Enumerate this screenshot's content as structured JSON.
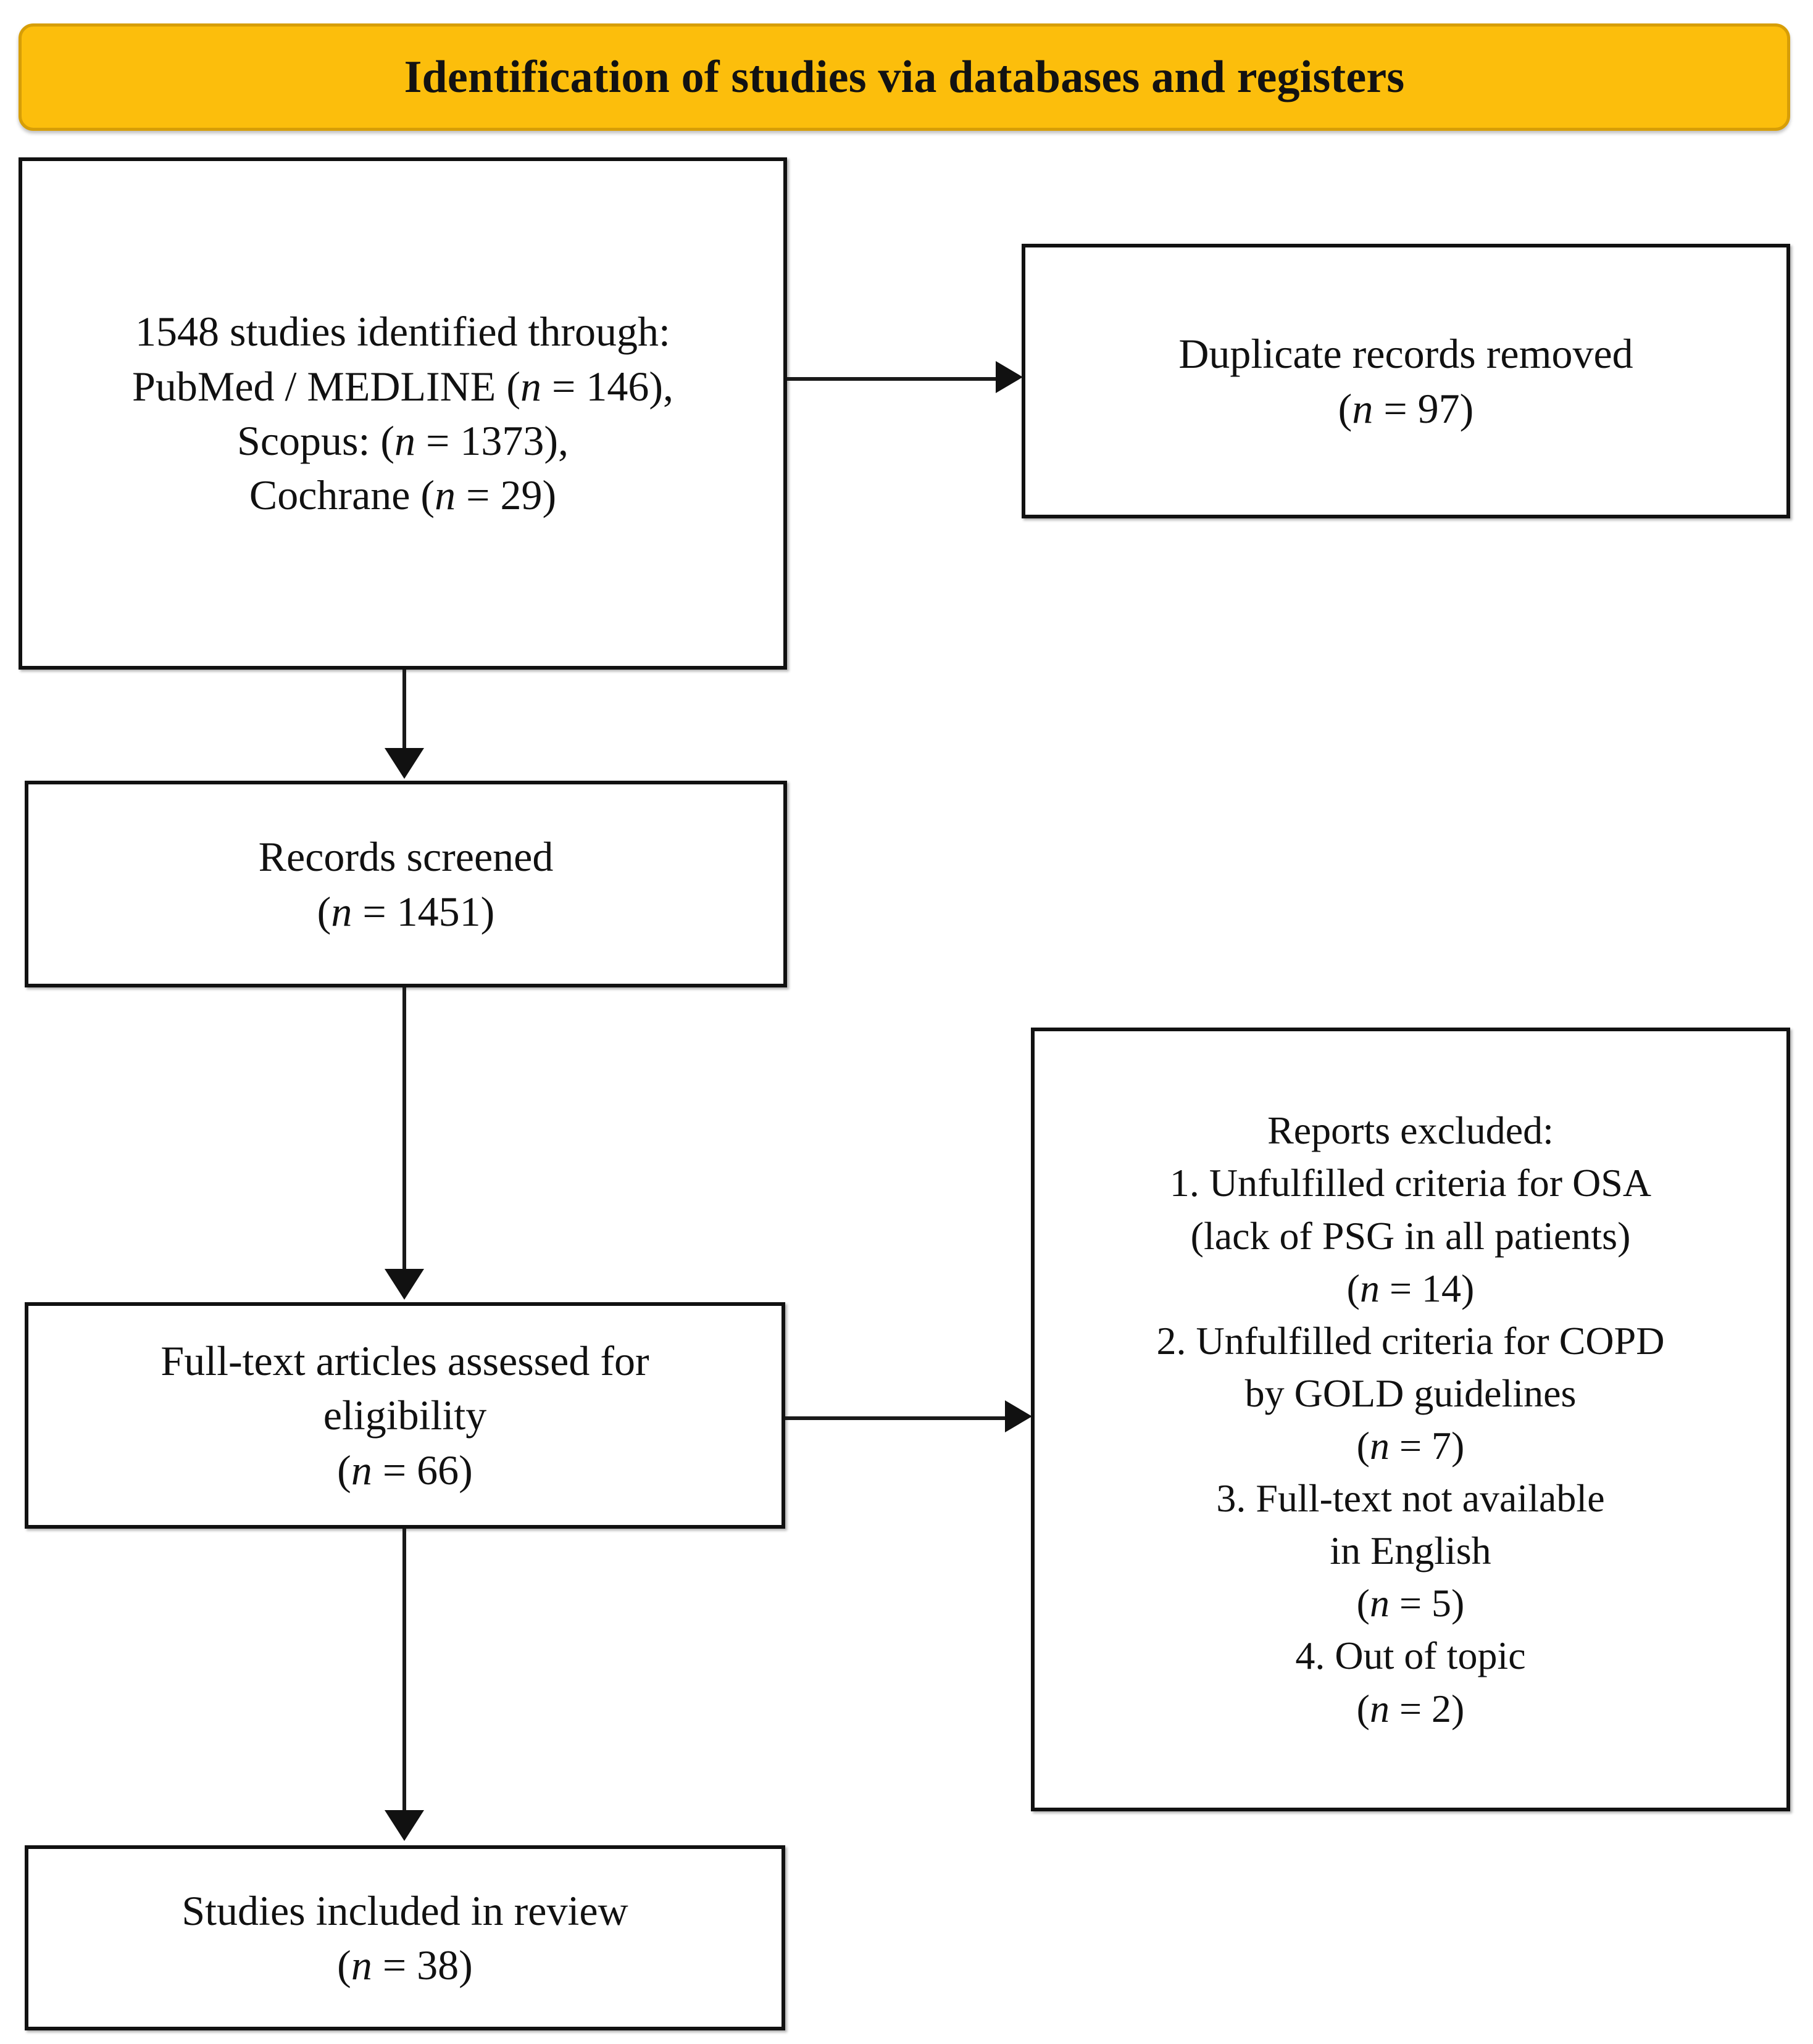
{
  "banner": {
    "title": "Identification of studies via databases and registers",
    "fill_color": "#fcbe0c",
    "border_color": "#d79e07"
  },
  "boxes": {
    "identified": {
      "name": "records-identified",
      "lines": [
        "1548 studies identified through:",
        "PubMed / MEDLINE (n = 146),",
        "Scopus: (n = 1373),",
        "Cochrane (n = 29)"
      ],
      "total": "1548",
      "sources": [
        {
          "label": "PubMed / MEDLINE",
          "n": "146"
        },
        {
          "label": "Scopus",
          "n": "1373"
        },
        {
          "label": "Cochrane",
          "n": "29"
        }
      ]
    },
    "duplicates": {
      "name": "duplicate-records-removed",
      "lines": [
        "Duplicate records removed",
        "(n = 97)"
      ],
      "n": "97"
    },
    "screened": {
      "name": "records-screened",
      "lines": [
        "Records screened",
        "(n = 1451)"
      ],
      "n": "1451"
    },
    "fulltext": {
      "name": "full-text-articles-assessed",
      "lines": [
        "Full-text articles assessed for",
        "eligibility",
        "(n = 66)"
      ],
      "n": "66"
    },
    "excluded": {
      "name": "reports-excluded",
      "heading": "Reports excluded:",
      "lines": [
        "Reports excluded:",
        "1. Unfulfilled criteria for OSA",
        "(lack of PSG in all patients)",
        "(n = 14)",
        "2. Unfulfilled criteria for COPD",
        "by GOLD guidelines",
        "(n = 7)",
        "3. Full-text not available",
        "in English",
        "(n = 5)",
        "4. Out of topic",
        "(n = 2)"
      ],
      "reasons": [
        {
          "index": "1.",
          "text": "Unfulfilled criteria for OSA (lack of PSG in all patients)",
          "n": "14"
        },
        {
          "index": "2.",
          "text": "Unfulfilled criteria for COPD by GOLD guidelines",
          "n": "7"
        },
        {
          "index": "3.",
          "text": "Full-text not available in English",
          "n": "5"
        },
        {
          "index": "4.",
          "text": "Out of topic",
          "n": "2"
        }
      ]
    },
    "included": {
      "name": "studies-included-in-review",
      "lines": [
        "Studies included in review",
        "(n = 38)"
      ],
      "n": "38"
    }
  },
  "connectors": [
    {
      "from": "identified",
      "to": "duplicates",
      "direction": "right"
    },
    {
      "from": "identified",
      "to": "screened",
      "direction": "down"
    },
    {
      "from": "screened",
      "to": "fulltext",
      "direction": "down"
    },
    {
      "from": "fulltext",
      "to": "excluded",
      "direction": "right"
    },
    {
      "from": "fulltext",
      "to": "included",
      "direction": "down"
    }
  ]
}
